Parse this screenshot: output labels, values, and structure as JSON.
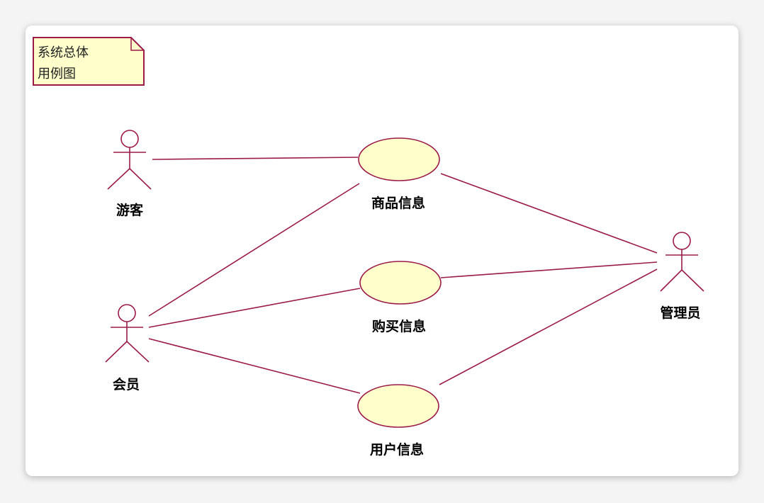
{
  "note": {
    "lines": [
      "系统总体",
      "用例图"
    ]
  },
  "actors": {
    "visitor": "游客",
    "member": "会员",
    "admin": "管理员"
  },
  "use_cases": {
    "product": "商品信息",
    "purchase": "购买信息",
    "user": "用户信息"
  },
  "colors": {
    "stroke": "#9a1a48",
    "usecase_fill": "#ffffcc",
    "note_fill": "#ffffcc"
  }
}
